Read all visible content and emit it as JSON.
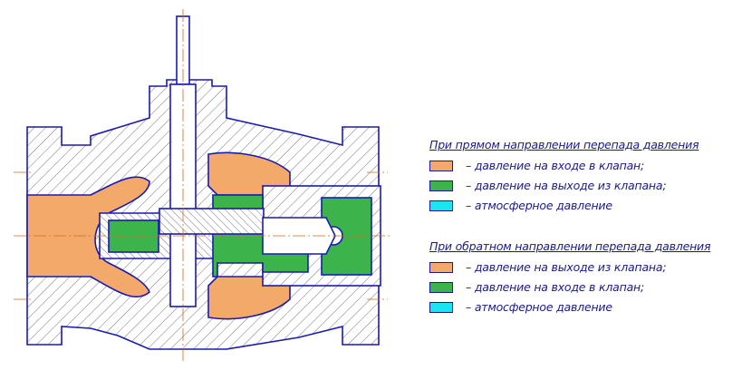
{
  "colors": {
    "outline": "#1a1ab4",
    "hatch": "#555555",
    "inlet_orange": "#f2a96a",
    "outlet_green": "#3cb44b",
    "atmosphere_cyan": "#19e6f0",
    "centerline": "#d2691e"
  },
  "legend_direct": {
    "title": "При прямом направлении перепада давления",
    "items": [
      {
        "color": "#f2a96a",
        "label": "– давление на входе в клапан;"
      },
      {
        "color": "#3cb44b",
        "label": "– давление на выходе из клапана;"
      },
      {
        "color": "#19e6f0",
        "label": "– атмосферное давление"
      }
    ]
  },
  "legend_reverse": {
    "title": "При обратном направлении перепада давления",
    "items": [
      {
        "color": "#f2a96a",
        "label": "– давление на выходе из клапана;"
      },
      {
        "color": "#3cb44b",
        "label": "– давление на входе в клапан;"
      },
      {
        "color": "#19e6f0",
        "label": "– атмосферное давление"
      }
    ]
  }
}
